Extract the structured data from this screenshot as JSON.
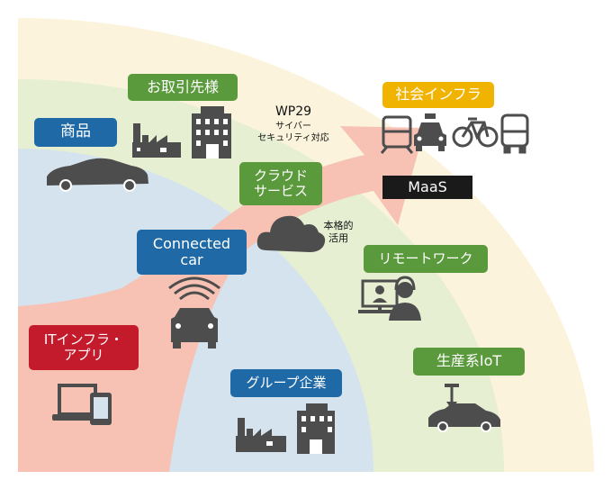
{
  "labels": {
    "products": "商品",
    "business_partners": "お取引先様",
    "social_infra": "社会インフラ",
    "maas": "MaaS",
    "cloud": "クラウド\nサービス",
    "connected_car": "Connected\ncar",
    "remote_work": "リモートワーク",
    "it_infra": "ITインフラ・\nアプリ",
    "group_companies": "グループ企業",
    "production_iot": "生産系IoT"
  },
  "notes": {
    "wp29": "WP29",
    "wp29_sub": "サイバー\nセキュリティ対応",
    "cloud_full": "本格的\n活用"
  },
  "colors": {
    "outer_band": "#fbf3dc",
    "green_band": "#e6efd2",
    "blue_band": "#d4e3ee",
    "arrow": "#f7c2b4",
    "icon": "#4d4d4d",
    "label_blue": "#1f6aa6",
    "label_green": "#5b9a3c",
    "label_red": "#c41b2c",
    "label_yellow": "#f0b300"
  },
  "icons": [
    "car-icon",
    "factory-icon",
    "office-building-icon",
    "train-icon",
    "taxi-icon",
    "bicycle-icon",
    "bus-icon",
    "cloud-icon",
    "connected-car-icon",
    "remote-worker-icon",
    "devices-icon",
    "automated-car-line-icon"
  ]
}
